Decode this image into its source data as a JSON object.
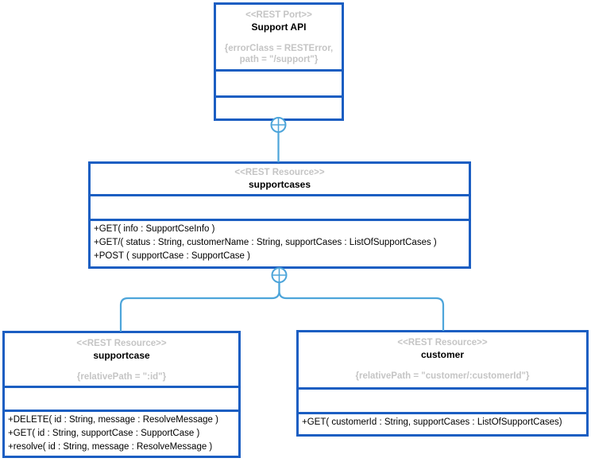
{
  "diagram": {
    "type": "uml-rest-component-diagram",
    "colors": {
      "box_border": "#1b5ec2",
      "connector": "#4da5da",
      "stereotype_text": "#c5c5c5",
      "constraint_text": "#c5c5c5",
      "name_text": "#000000",
      "method_text": "#000000",
      "background": "#ffffff"
    },
    "nodes": [
      {
        "id": "support-api",
        "stereotype": "<<REST Port>>",
        "name": "Support API",
        "constraint_lines": [
          "{errorClass = RESTError,",
          "path = \"/support\"}"
        ],
        "methods": []
      },
      {
        "id": "supportcases",
        "stereotype": "<<REST Resource>>",
        "name": "supportcases",
        "constraint_lines": [],
        "methods": [
          "+GET( info : SupportCseInfo )",
          "+GET/( status : String, customerName : String, supportCases : ListOfSupportCases )",
          "+POST ( supportCase : SupportCase )"
        ]
      },
      {
        "id": "supportcase",
        "stereotype": "<<REST Resource>>",
        "name": "supportcase",
        "constraint_lines": [
          "{relativePath = \":id\"}"
        ],
        "methods": [
          "+DELETE( id : String, message : ResolveMessage )",
          "+GET( id : String, supportCase : SupportCase )",
          "+resolve( id : String, message : ResolveMessage )"
        ]
      },
      {
        "id": "customer",
        "stereotype": "<<REST Resource>>",
        "name": "customer",
        "constraint_lines": [
          "{relativePath = \"customer/:customerId\"}"
        ],
        "methods": [
          "+GET( customerId : String, supportCases : ListOfSupportCases)"
        ]
      }
    ],
    "edges": [
      {
        "from": "Support API",
        "to": "supportcases",
        "symbol": "circle-plus-containment"
      },
      {
        "from": "supportcases",
        "to": "supportcase",
        "symbol": "circle-plus-containment"
      },
      {
        "from": "supportcases",
        "to": "customer",
        "symbol": "circle-plus-containment"
      }
    ]
  }
}
